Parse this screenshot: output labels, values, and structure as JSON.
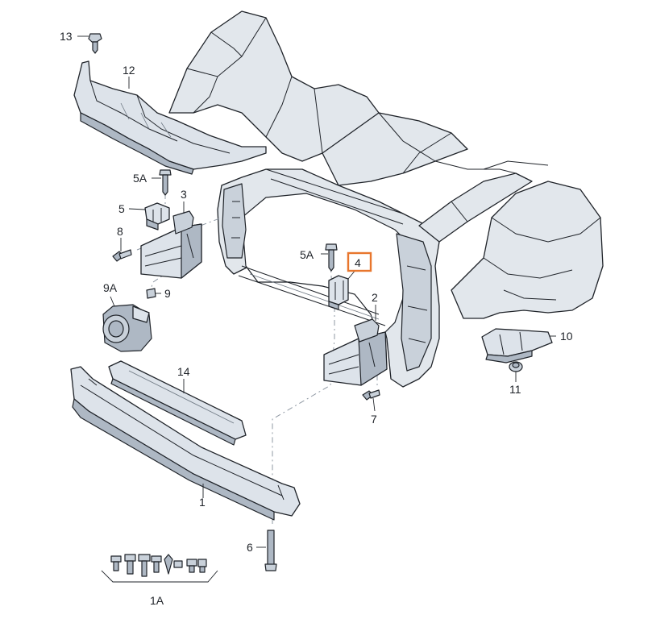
{
  "labels": {
    "p1": "1",
    "p1a": "1A",
    "p2": "2",
    "p3": "3",
    "p4": "4",
    "p5": "5",
    "p5a_left": "5A",
    "p5a_right": "5A",
    "p6": "6",
    "p7": "7",
    "p8": "8",
    "p9": "9",
    "p9a": "9A",
    "p10": "10",
    "p11": "11",
    "p12": "12",
    "p13": "13",
    "p14": "14"
  },
  "highlight": {
    "label": "4",
    "color": "#e8762d"
  },
  "colors": {
    "part_fill": "#dde3ea",
    "part_shadow": "#aeb8c4",
    "outline": "#1f2329"
  }
}
